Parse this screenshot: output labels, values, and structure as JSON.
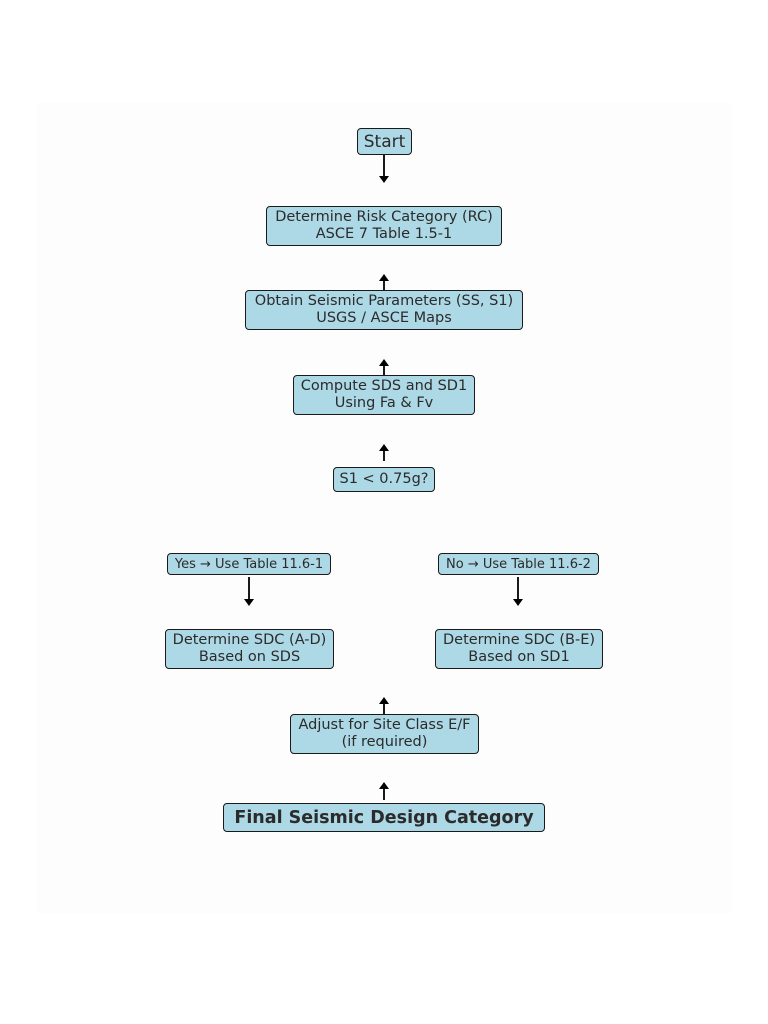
{
  "flowchart": {
    "start": "Start",
    "risk_category": {
      "line1": "Determine Risk Category (RC)",
      "line2": "ASCE 7 Table 1.5-1"
    },
    "seismic_params": {
      "line1": "Obtain Seismic Parameters (SS, S1)",
      "line2": "USGS / ASCE Maps"
    },
    "compute": {
      "line1": "Compute SDS and SD1",
      "line2": "Using Fa & Fv"
    },
    "decision": "S1 < 0.75g?",
    "yes_branch": "Yes → Use Table 11.6-1",
    "no_branch": "No → Use Table 11.6-2",
    "sdc_ad": {
      "line1": "Determine SDC (A-D)",
      "line2": "Based on SDS"
    },
    "sdc_be": {
      "line1": "Determine SDC (B-E)",
      "line2": "Based on SD1"
    },
    "adjust": {
      "line1": "Adjust for Site Class E/F",
      "line2": "(if required)"
    },
    "final": "Final Seismic Design Category"
  },
  "colors": {
    "node_fill": "#add8e6",
    "node_border": "#1a1a1a",
    "arrow": "#000000"
  }
}
